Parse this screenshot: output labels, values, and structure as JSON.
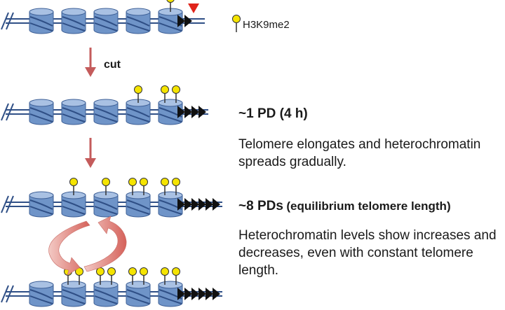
{
  "legend": {
    "label": "H3K9me2"
  },
  "labels": {
    "cut": "cut",
    "stage1_title": "~1 PD (4 h)",
    "stage1_text": "Telomere elongates and heterochromatin spreads gradually.",
    "stage2_title_main": "~8 PDs",
    "stage2_title_note": "(equilibrium telomere length)",
    "stage2_text": "Heterochromatin levels show increases and decreases, even with constant telomere length."
  },
  "rows": [
    {
      "telomere_repeats": 2,
      "has_cut_site": true,
      "marks": [
        0,
        0,
        0,
        0,
        1
      ]
    },
    {
      "telomere_repeats": 4,
      "has_cut_site": false,
      "marks": [
        0,
        0,
        0,
        1,
        2
      ]
    },
    {
      "telomere_repeats": 6,
      "has_cut_site": false,
      "marks": [
        0,
        1,
        1,
        2,
        2
      ]
    },
    {
      "telomere_repeats": 6,
      "has_cut_site": false,
      "marks": [
        0,
        2,
        2,
        2,
        2
      ]
    }
  ],
  "colors": {
    "nucleosome_fill": "#6f94c8",
    "nucleosome_top": "#a9c1e3",
    "nucleosome_stroke": "#3d5f96",
    "dna_line": "#2f4f86",
    "mark_fill": "#f5e400",
    "telomere": "#111111",
    "cut_marker": "#e0241b",
    "arrow": "#c45b5b"
  }
}
